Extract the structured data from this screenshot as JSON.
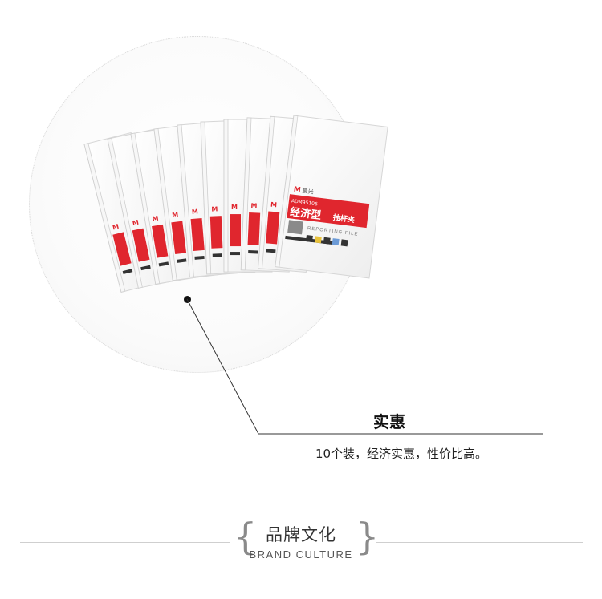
{
  "product": {
    "brand_mark": "M",
    "brand_name": "晨光",
    "model": "ADM95106",
    "name_cn": "经济型",
    "name_cn_suffix": "抽杆夹",
    "name_en": "REPORTING FILE",
    "folder_count": 10,
    "label_color": "#e0262e"
  },
  "callout": {
    "title": "实惠",
    "description": "10个装，经济实惠，性价比高。"
  },
  "brand_section": {
    "title_cn": "品牌文化",
    "title_en": "BRAND CULTURE",
    "brace_left": "{",
    "brace_right": "}"
  }
}
